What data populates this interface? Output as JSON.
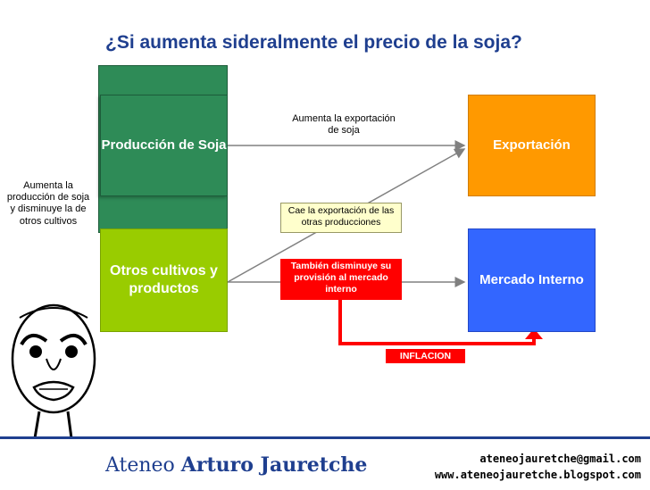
{
  "title": "¿Si aumenta sideralmente el precio de la soja?",
  "boxes": {
    "soja": "Producción de Soja",
    "otros": "Otros cultivos y productos",
    "exportacion": "Exportación",
    "mercado": "Mercado Interno"
  },
  "notes": {
    "aumenta_exportacion": "Aumenta la exportación de  soja",
    "aumenta_produccion": "Aumenta la producción de soja y disminuye la de otros cultivos",
    "cae_exportacion": "Cae la exportación de las otras producciones",
    "disminuye_provision": "También disminuye su provisión al mercado interno",
    "inflacion": "INFLACION"
  },
  "footer": {
    "brand_prefix": "Ateneo",
    "brand_name": "Arturo Jauretche",
    "email": "ateneojauretche@gmail.com",
    "website": "www.ateneojauretche.blogspot.com"
  },
  "colors": {
    "title": "#1f3f8f",
    "soja": "#2e8b57",
    "otros": "#99cc00",
    "exportacion": "#ff9900",
    "mercado": "#3366ff",
    "alert": "#ff0000"
  }
}
